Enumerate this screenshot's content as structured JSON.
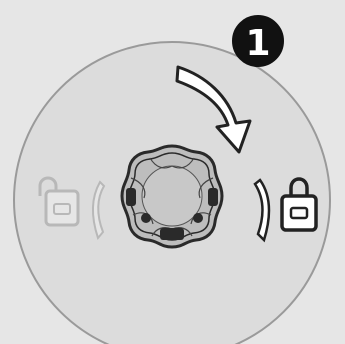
{
  "step": {
    "number": "1"
  },
  "colors": {
    "background": "#e6e6e6",
    "disc": "#dcdcdc",
    "disc_outline": "#9a9a9a",
    "badge": "#111111",
    "badge_text": "#ffffff",
    "arrow_fill": "#ffffff",
    "arrow_stroke": "#222222",
    "knob_face": "#bdbdbd",
    "knob_dark": "#2a2a2a",
    "lock_active": "#222222",
    "lock_inactive": "#b8b8b8"
  },
  "icons": {
    "badge": "step-number-badge",
    "arrow": "clockwise-rotation-arrow",
    "knob": "rotary-knob-icon",
    "left": "unlocked-padlock-icon",
    "right": "locked-padlock-icon"
  }
}
